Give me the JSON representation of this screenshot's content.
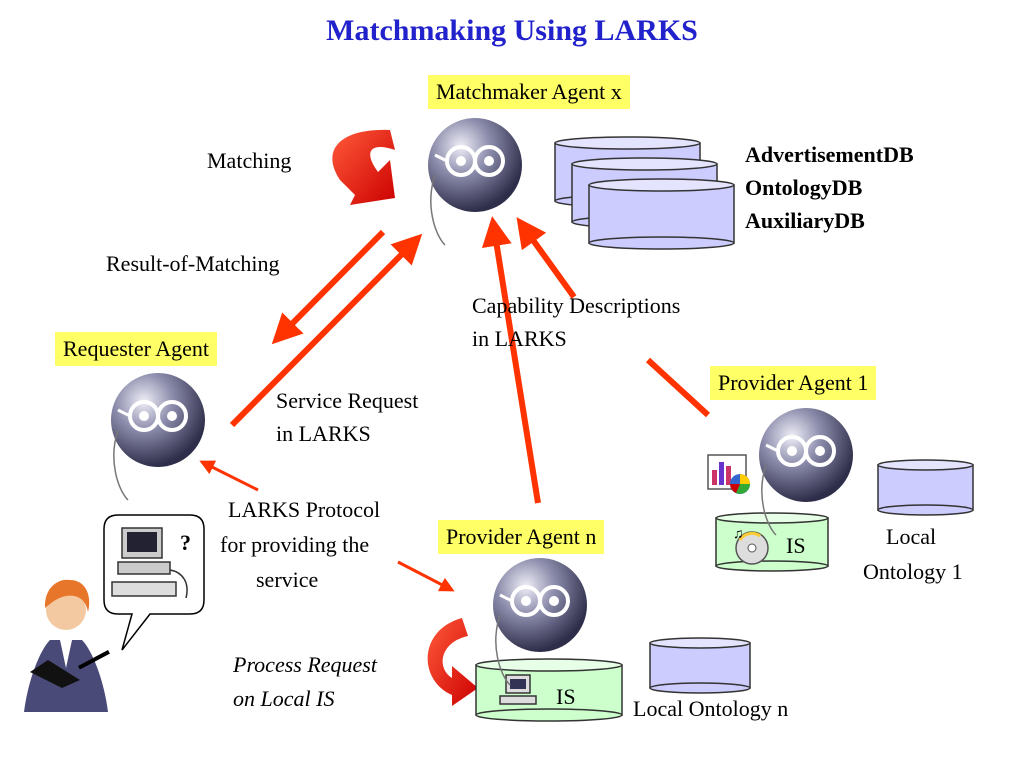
{
  "title": "Matchmaking Using LARKS",
  "agents": {
    "matchmaker": "Matchmaker Agent x",
    "requester": "Requester Agent",
    "provider_1": "Provider Agent 1",
    "provider_n": "Provider Agent n"
  },
  "databases": {
    "advertisement": "AdvertisementDB",
    "ontology": "OntologyDB",
    "auxiliary": "AuxiliaryDB"
  },
  "labels": {
    "matching": "Matching",
    "result_of_matching": "Result-of-Matching",
    "capability_line1": "Capability Descriptions",
    "capability_line2": "in LARKS",
    "service_request_line1": "Service Request",
    "service_request_line2": "in LARKS",
    "protocol_line1": "LARKS Protocol",
    "protocol_line2": "for providing the",
    "protocol_line3": "service",
    "process_line1": "Process Request",
    "process_line2": "on Local IS",
    "is_provider_1": "IS",
    "is_provider_n": "IS",
    "local_ontology_1_line1": "Local",
    "local_ontology_1_line2": "Ontology 1",
    "local_ontology_n": "Local Ontology n",
    "question_mark": "?"
  },
  "colors": {
    "title": "#2222cc",
    "label_bg": "#ffff66",
    "arrow": "#ff3300",
    "db_fill": "#ccccff",
    "is_fill": "#ccffcc"
  }
}
